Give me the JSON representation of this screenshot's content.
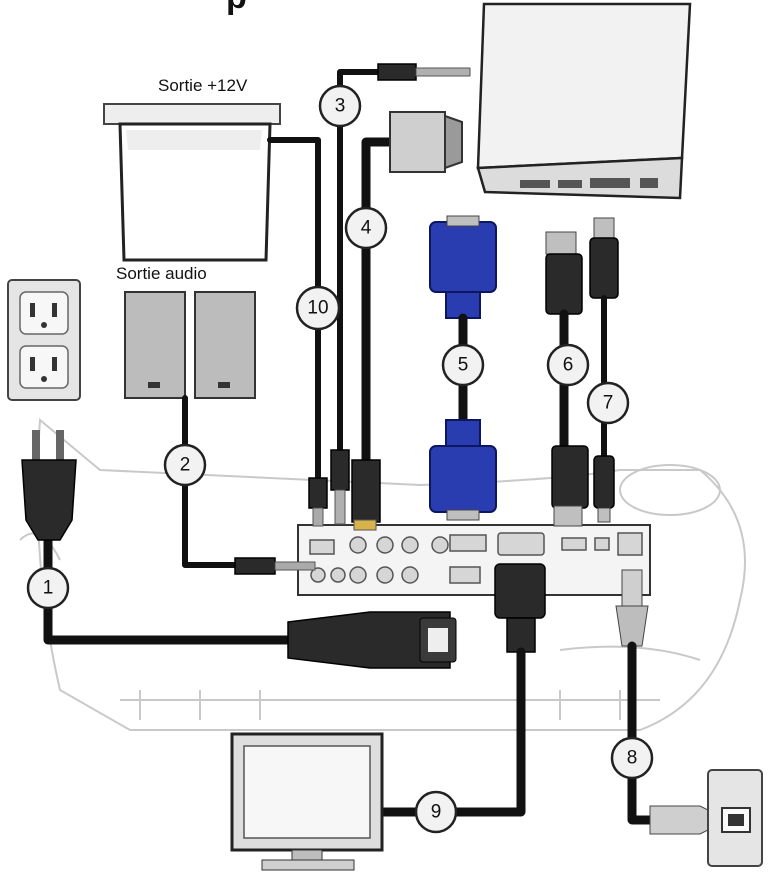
{
  "title_fragment": "p",
  "labels": {
    "screen_output": "Sortie +12V",
    "audio_output": "Sortie audio"
  },
  "callouts": [
    "1",
    "2",
    "3",
    "4",
    "5",
    "6",
    "7",
    "8",
    "9",
    "10"
  ]
}
